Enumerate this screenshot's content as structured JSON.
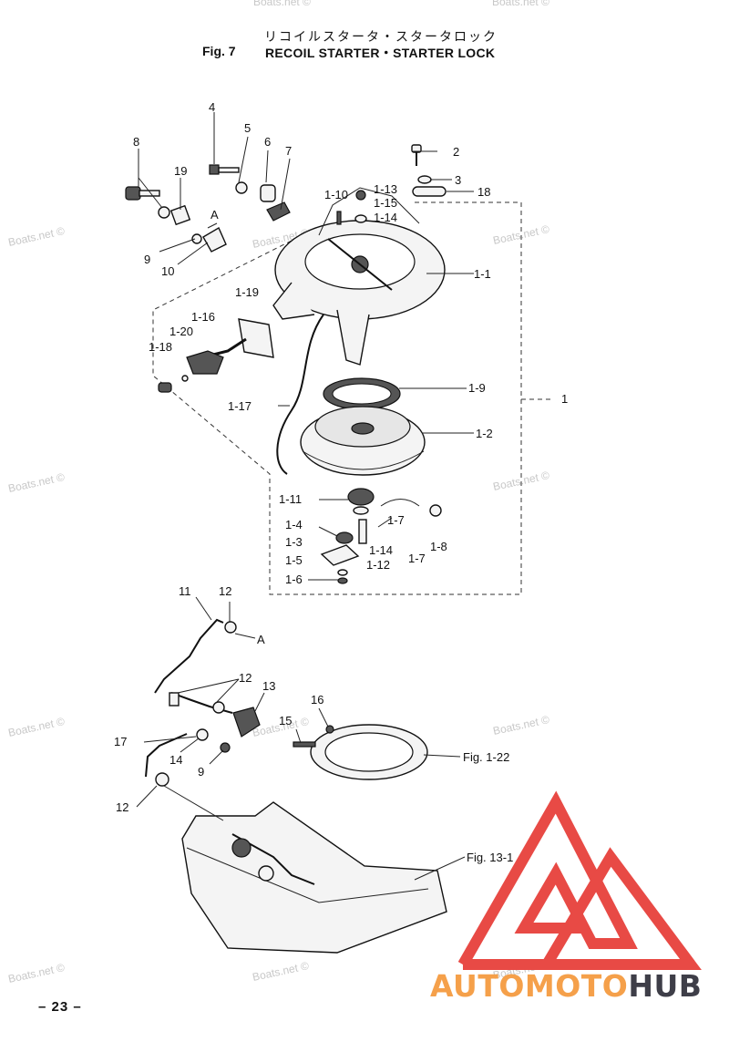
{
  "header": {
    "japanese_title": "リコイルスタータ・スタータロック",
    "fig_label": "Fig. 7",
    "title": "RECOIL STARTER・STARTER LOCK"
  },
  "page_number": "– 23 –",
  "watermark": "Boats.net ©",
  "brand": {
    "part1": "AUTOMOTO",
    "part2": "HUB",
    "colors": {
      "logo_red": "#e84a45",
      "accent": "#f5a04a",
      "dark": "#3e3e48"
    }
  },
  "callouts": {
    "c4": "4",
    "c5": "5",
    "c6": "6",
    "c7": "7",
    "c8": "8",
    "c19": "19",
    "cA1": "A",
    "c9a": "9",
    "c10": "10",
    "c2": "2",
    "c3": "3",
    "c18": "18",
    "c1_10": "1-10",
    "c1_13": "1-13",
    "c1_15": "1-15",
    "c1_14a": "1-14",
    "c1_1": "1-1",
    "c1_19": "1-19",
    "c1_16": "1-16",
    "c1_20": "1-20",
    "c1_18": "1-18",
    "c1_17": "1-17",
    "c1_9": "1-9",
    "c1": "1",
    "c1_2": "1-2",
    "c1_11": "1-11",
    "c1_7a": "1-7",
    "c1_4": "1-4",
    "c1_3": "1-3",
    "c1_14b": "1-14",
    "c1_8": "1-8",
    "c1_7b": "1-7",
    "c1_5": "1-5",
    "c1_12": "1-12",
    "c1_6": "1-6",
    "c11": "11",
    "c12a": "12",
    "cA2": "A",
    "c12b": "12",
    "c13": "13",
    "c16": "16",
    "c17": "17",
    "c15": "15",
    "c14": "14",
    "c9b": "9",
    "c12c": "12",
    "fig1_22": "Fig. 1-22",
    "fig13_1": "Fig. 13-1"
  }
}
